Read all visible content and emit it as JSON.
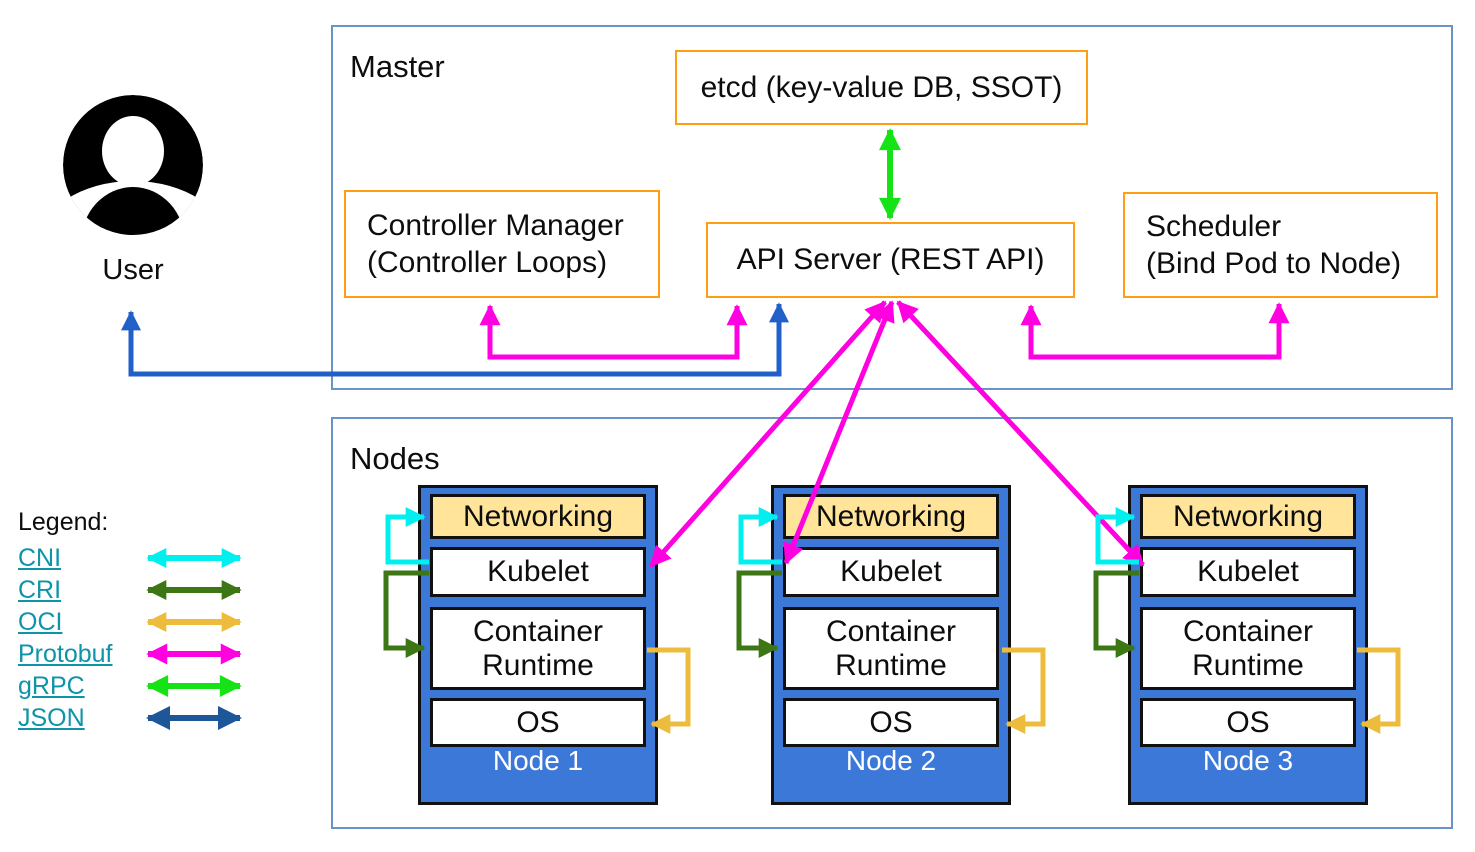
{
  "user": {
    "label": "User"
  },
  "master": {
    "title": "Master",
    "etcd_label": "etcd (key-value DB, SSOT)",
    "controller_manager": [
      "Controller Manager",
      "(Controller Loops)"
    ],
    "api_server_label": "API Server (REST API)",
    "scheduler": [
      "Scheduler",
      "(Bind Pod to Node)"
    ]
  },
  "nodes": {
    "title": "Nodes",
    "layer_networking": "Networking",
    "layer_kubelet": "Kubelet",
    "layer_runtime": [
      "Container",
      "Runtime"
    ],
    "layer_os": "OS",
    "items": [
      {
        "label": "Node 1"
      },
      {
        "label": "Node 2"
      },
      {
        "label": "Node 3"
      }
    ]
  },
  "legend": {
    "title": "Legend:",
    "items": [
      {
        "label": "CNI",
        "color": "#00f0f0"
      },
      {
        "label": "CRI",
        "color": "#3c7615"
      },
      {
        "label": "OCI",
        "color": "#eebc3c"
      },
      {
        "label": "Protobuf",
        "color": "#ff00e1"
      },
      {
        "label": "gRPC",
        "color": "#16e316"
      },
      {
        "label": "JSON",
        "color": "#1d5799"
      }
    ]
  },
  "colors": {
    "section_border": "#6b93c4",
    "component_border": "#ff9d13",
    "node_fill": "#3c78d8",
    "networking_fill": "#ffe49a",
    "node_label_text": "#ffffff",
    "legend_link": "#0e93a8",
    "user_arrow": "#2160c8",
    "cni": "#00f0f0",
    "cri": "#3c7615",
    "oci": "#eebc3c",
    "protobuf": "#ff00e1",
    "grpc": "#16e316",
    "json": "#1d5799"
  }
}
